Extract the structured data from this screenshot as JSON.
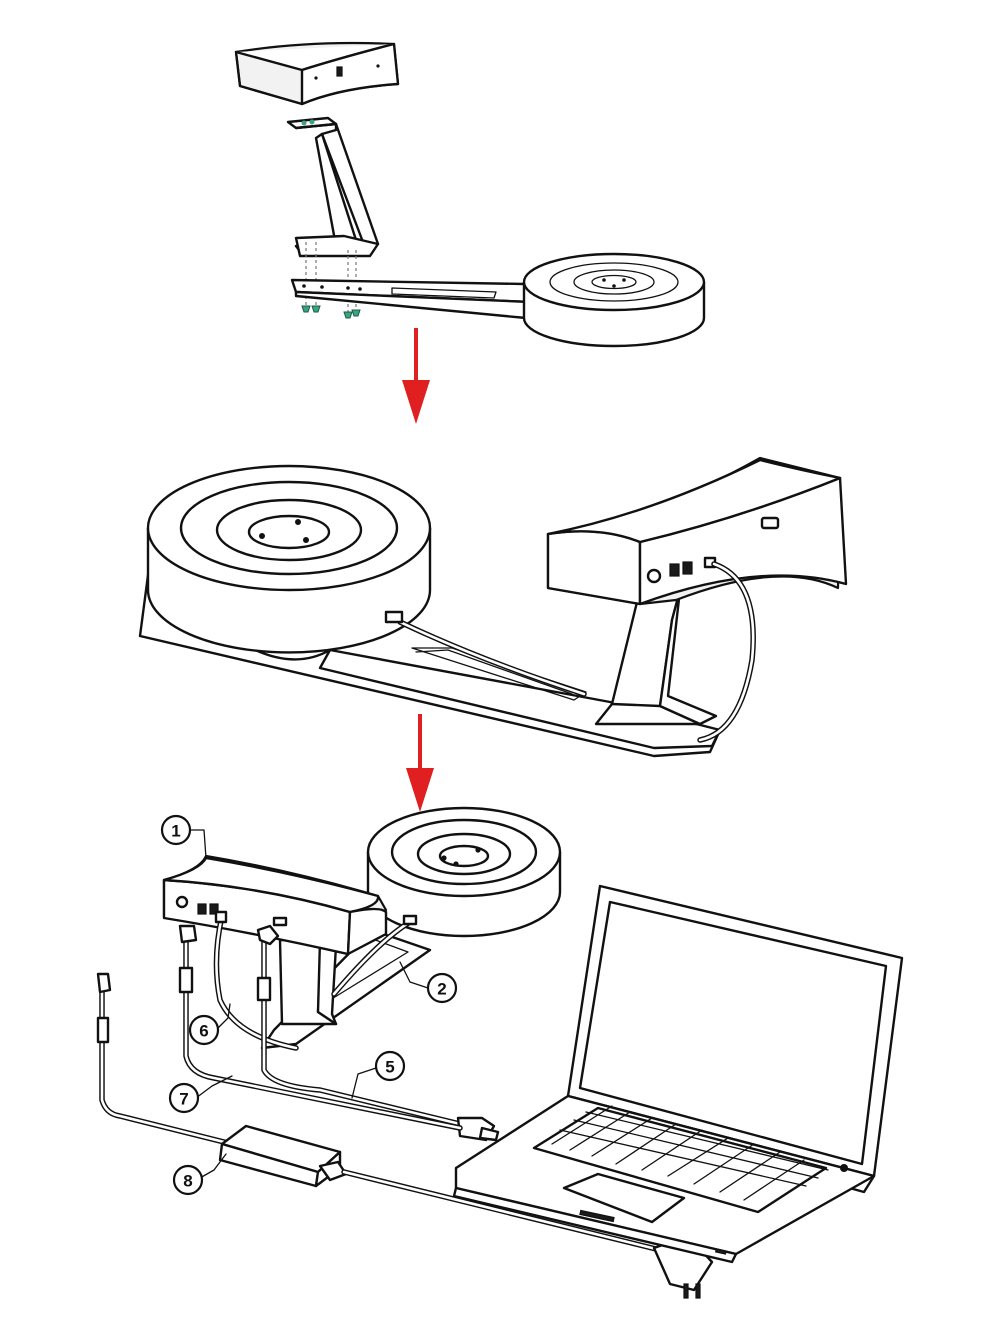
{
  "colors": {
    "line": "#111111",
    "arrow": "#e02020",
    "screw": "#3aa380",
    "background": "#ffffff"
  },
  "steps": [
    {
      "icon": "exploded-assembly"
    },
    {
      "icon": "assembled-scanner"
    },
    {
      "icon": "connection-setup"
    }
  ],
  "callouts": [
    {
      "number": "1"
    },
    {
      "number": "2"
    },
    {
      "number": "5"
    },
    {
      "number": "6"
    },
    {
      "number": "7"
    },
    {
      "number": "8"
    }
  ]
}
